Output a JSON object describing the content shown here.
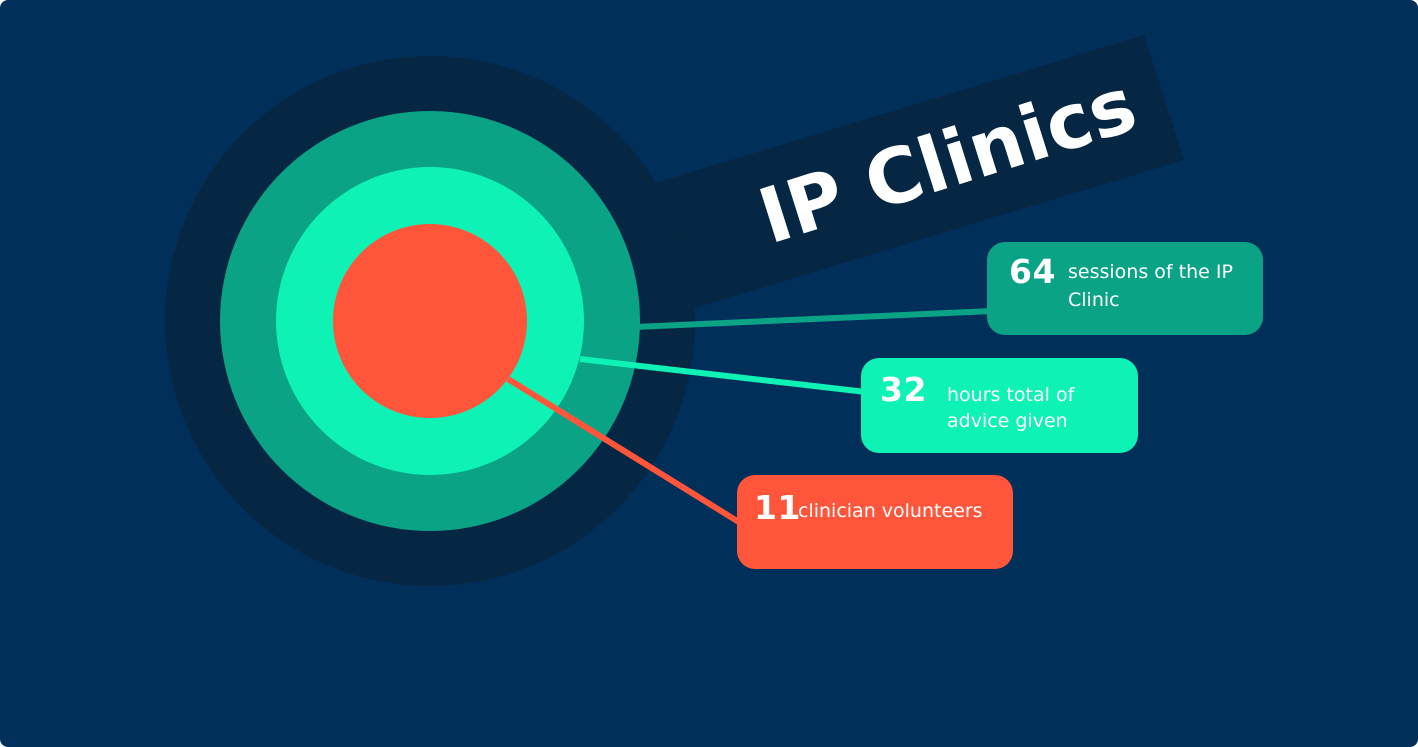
{
  "title": "IP Clinics",
  "colors": {
    "background": "#002f5a",
    "banner": "#052743",
    "ring_outer": "#052743",
    "ring_teal_dark": "#0aa386",
    "ring_teal_light": "#0ef2b5",
    "center_coral": "#ff553a"
  },
  "stats": [
    {
      "number": "64",
      "label": "sessions of the IP Clinic",
      "color": "#0aa386"
    },
    {
      "number": "32",
      "label": "hours total of advice given",
      "color": "#0ef2b5"
    },
    {
      "number": "11",
      "label": "clinician volunteers",
      "color": "#ff553a"
    }
  ]
}
